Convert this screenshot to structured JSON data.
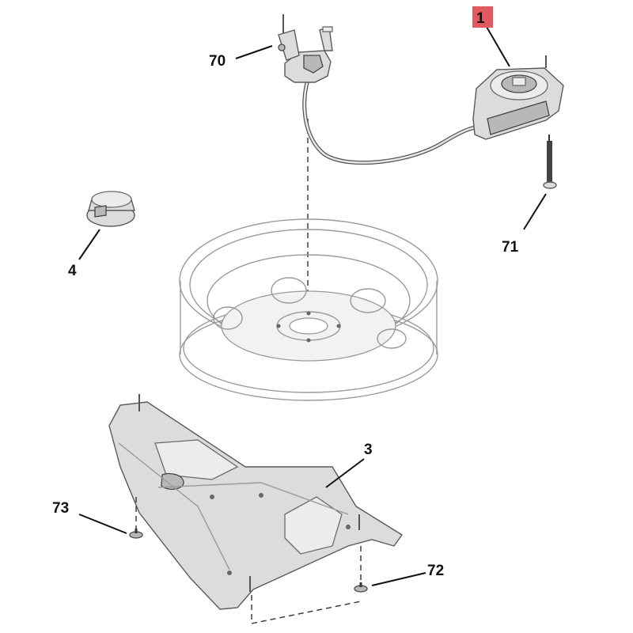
{
  "callouts": {
    "part_1": "1",
    "part_70": "70",
    "part_4": "4",
    "part_71": "71",
    "part_3": "3",
    "part_73": "73",
    "part_72": "72"
  },
  "colors": {
    "highlight_box": "#e25a5f",
    "line": "#111111",
    "part_fill": "#dcdcdc"
  },
  "icons": {
    "winch": "spare-wheel-winch-icon",
    "bracket": "cable-bracket-icon",
    "cap": "cap-icon",
    "wheel": "spare-wheel-icon",
    "shield": "shield-panel-icon",
    "bolt": "bolt-icon"
  }
}
